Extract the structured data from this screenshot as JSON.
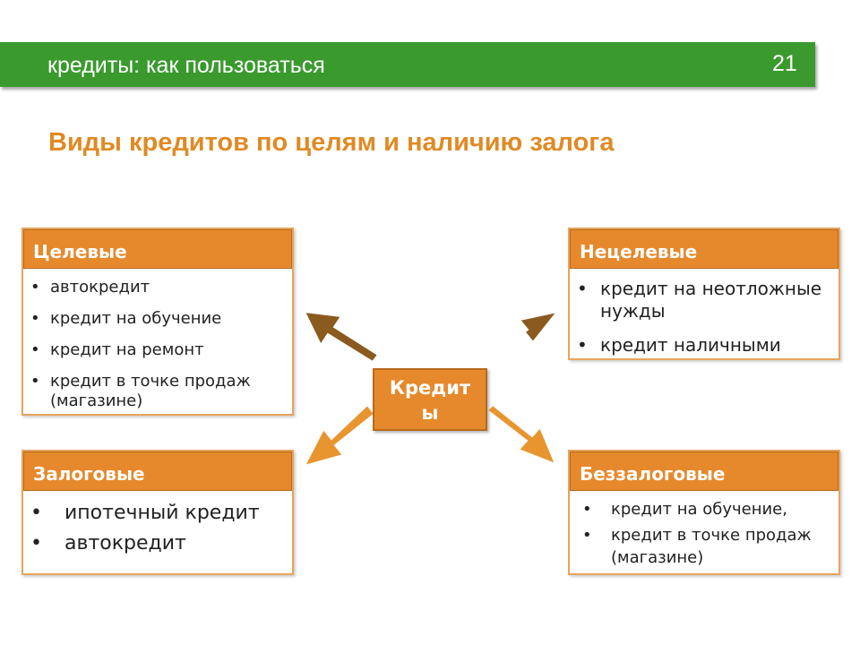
{
  "header": {
    "title": "кредиты: как пользоваться",
    "slide_number": "21"
  },
  "main_title": "Виды кредитов по целям и наличию залога",
  "center": {
    "label": "Кредиты"
  },
  "boxes": {
    "targeted": {
      "title": "Целевые",
      "items": [
        "автокредит",
        "кредит на обучение",
        "кредит на ремонт",
        "кредит в точке продаж (магазине)"
      ]
    },
    "non_targeted": {
      "title": "Нецелевые",
      "items": [
        "кредит на неотложные нужды",
        "кредит наличными"
      ]
    },
    "secured": {
      "title": "Залоговые",
      "items": [
        "ипотечный кредит",
        "автокредит"
      ]
    },
    "unsecured": {
      "title": "Беззалоговые",
      "items": [
        "кредит на обучение,",
        "кредит в точке продаж (магазине)"
      ]
    }
  },
  "colors": {
    "header_green": "#3a9a2e",
    "accent_orange": "#e6892c",
    "arrow_dark": "#8b5a1e",
    "arrow_orange": "#e8952f"
  }
}
